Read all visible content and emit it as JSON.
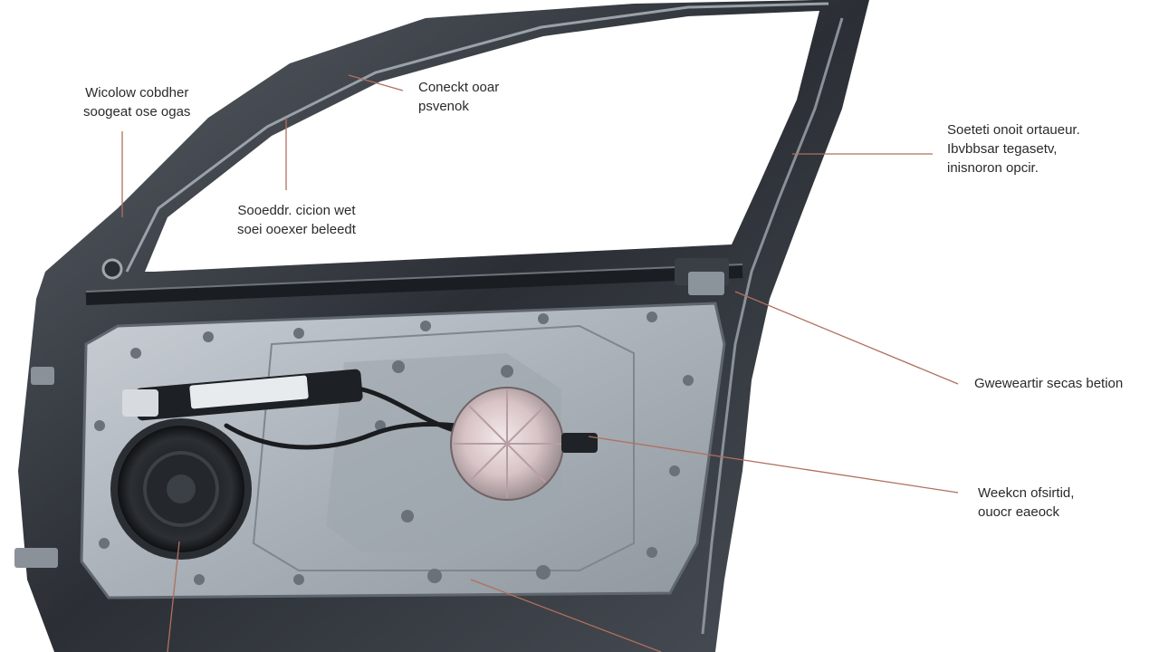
{
  "diagram": {
    "callouts": [
      {
        "id": "window-corner",
        "lines": [
          "Wicolow cobdher",
          "soogeat ose ogas"
        ]
      },
      {
        "id": "glass-channel",
        "lines": [
          "Coneckt ooar",
          "psvenok"
        ]
      },
      {
        "id": "glass-run",
        "lines": [
          "Sooeddr. cicion wet",
          "soei ooexer beleedt"
        ]
      },
      {
        "id": "frame-upper",
        "lines": [
          "Soeteti onoit ortaueur.",
          "Ibvbbsar tegasetv,",
          "inisnoron opcir."
        ]
      },
      {
        "id": "door-latch",
        "lines": [
          "Gweweartir secas betion"
        ]
      },
      {
        "id": "regulator",
        "lines": [
          "Weekcn ofsirtid,",
          "ouocr eaeock"
        ]
      }
    ]
  }
}
